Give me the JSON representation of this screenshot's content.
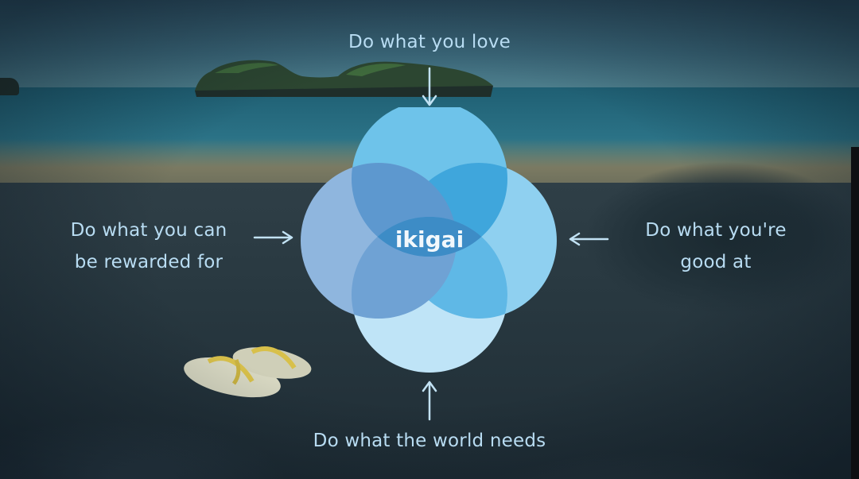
{
  "diagram": {
    "center_label": "ikigai",
    "top_label": "Do what you love",
    "right_label_line1": "Do what you're",
    "right_label_line2": "good at",
    "bottom_label": "Do what the world needs",
    "left_label_line1": "Do what you can",
    "left_label_line2": "be rewarded for"
  },
  "colors": {
    "label_text": "#b8dcf2",
    "circle_top": "#6ec3ea",
    "circle_right": "#8fd0f0",
    "circle_bottom": "#bfe4f7",
    "circle_left": "#8fb6de",
    "center_overlap": "#3d8cc6",
    "center_text": "#f2f8fc"
  }
}
